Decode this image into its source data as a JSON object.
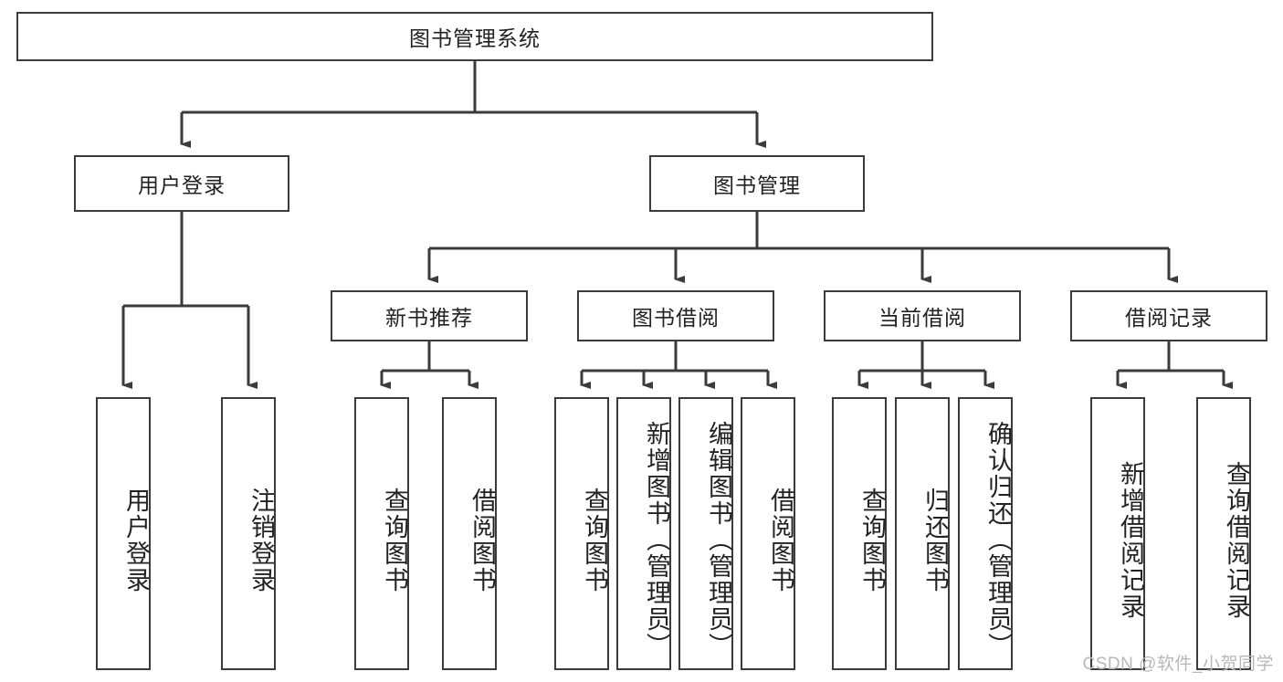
{
  "diagram": {
    "title": "图书管理系统",
    "type": "hierarchy-tree",
    "root": {
      "label": "图书管理系统"
    },
    "level2": [
      {
        "label": "用户登录"
      },
      {
        "label": "图书管理"
      }
    ],
    "level3": [
      {
        "label": "新书推荐"
      },
      {
        "label": "图书借阅"
      },
      {
        "label": "当前借阅"
      },
      {
        "label": "借阅记录"
      }
    ],
    "leaves": {
      "user_login": [
        {
          "label": "用户登录"
        },
        {
          "label": "注销登录"
        }
      ],
      "new_book_recommend": [
        {
          "label": "查询图书"
        },
        {
          "label": "借阅图书"
        }
      ],
      "book_borrow": [
        {
          "label": "查询图书"
        },
        {
          "label": "新增图书（管理员）"
        },
        {
          "label": "编辑图书（管理员）"
        },
        {
          "label": "借阅图书"
        }
      ],
      "current_borrow": [
        {
          "label": "查询图书"
        },
        {
          "label": "归还图书"
        },
        {
          "label": "确认归还（管理员）"
        }
      ],
      "borrow_record": [
        {
          "label": "新增借阅记录"
        },
        {
          "label": "查询借阅记录"
        }
      ]
    }
  },
  "watermark": {
    "text": "CSDN @软件_小贺同学"
  },
  "colors": {
    "stroke": "#3b3b3b",
    "fill": "#ffffff",
    "text": "#222222",
    "watermark": "#b8b8b8"
  }
}
